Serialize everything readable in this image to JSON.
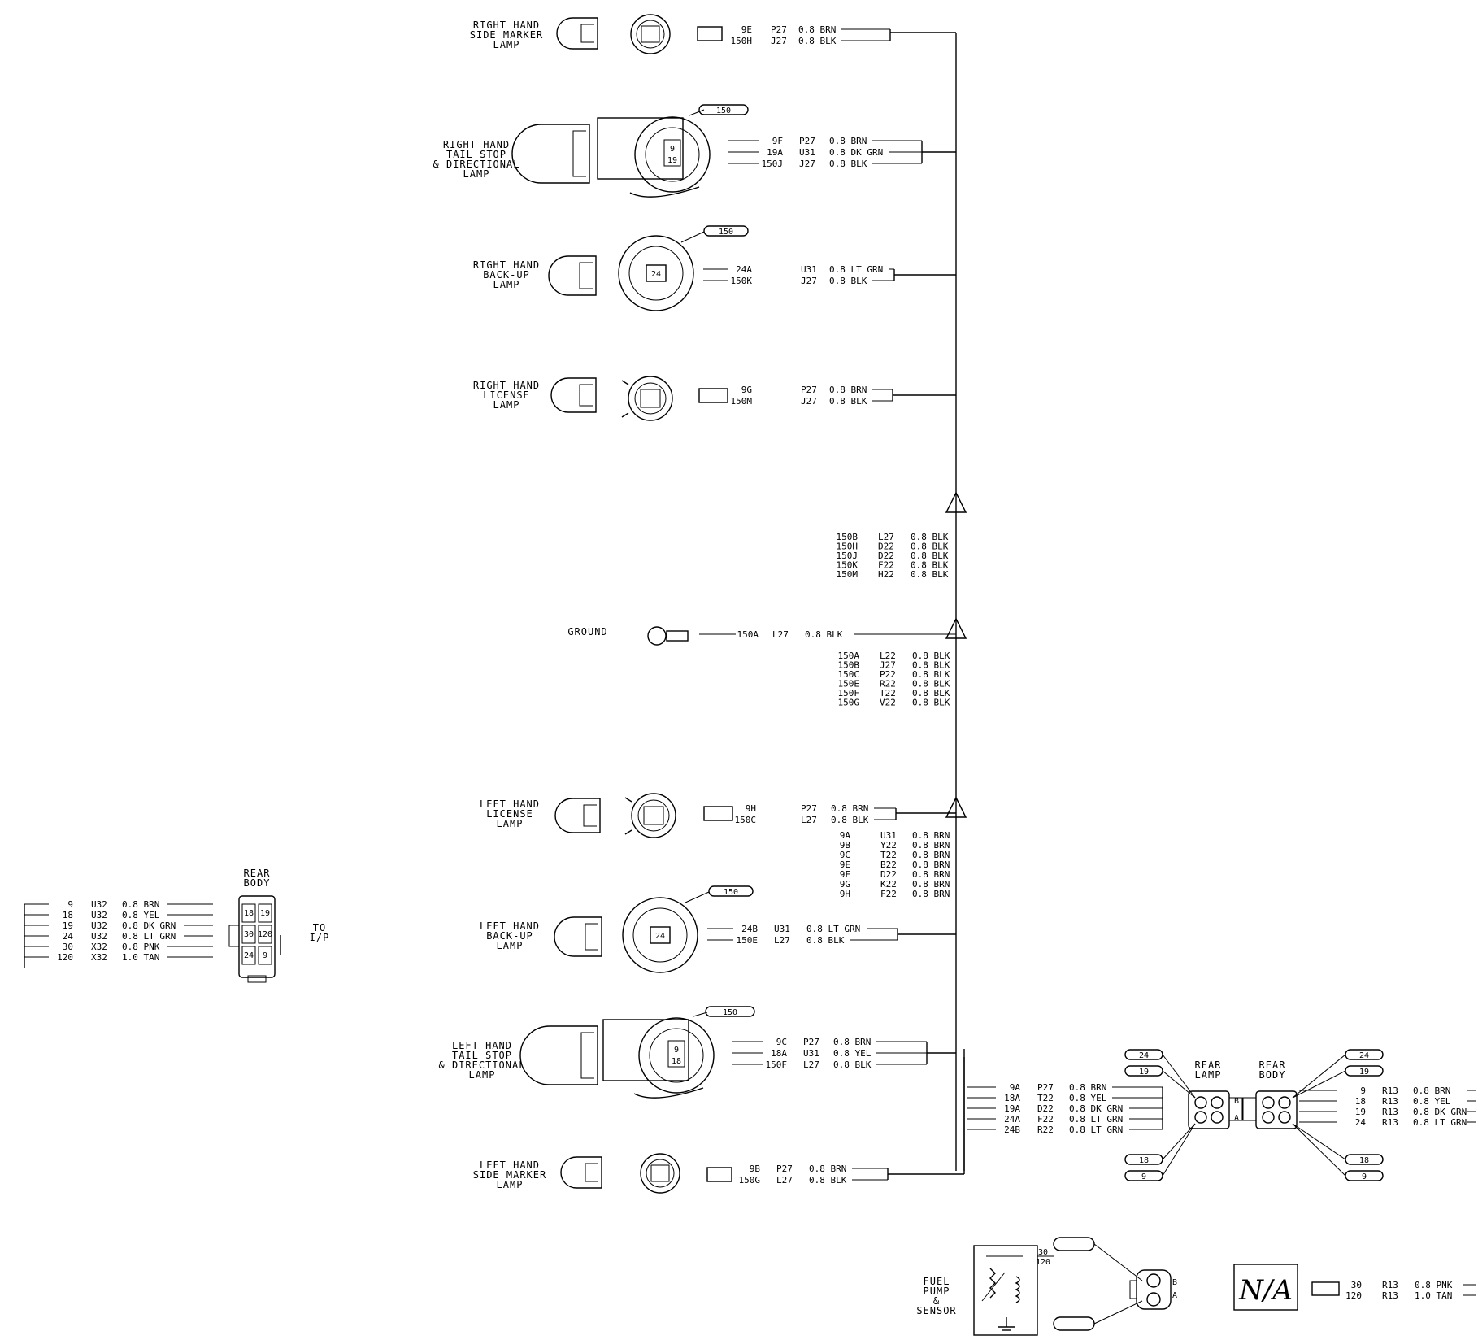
{
  "labels": {
    "rh_side_marker": [
      "RIGHT HAND",
      "SIDE MARKER",
      "LAMP"
    ],
    "rh_tail_stop": [
      "RIGHT HAND",
      "TAIL STOP",
      "& DIRECTIONAL",
      "LAMP"
    ],
    "rh_backup": [
      "RIGHT HAND",
      "BACK-UP",
      "LAMP"
    ],
    "rh_license": [
      "RIGHT HAND",
      "LICENSE",
      "LAMP"
    ],
    "ground": "GROUND",
    "lh_license": [
      "LEFT HAND",
      "LICENSE",
      "LAMP"
    ],
    "lh_backup": [
      "LEFT HAND",
      "BACK-UP",
      "LAMP"
    ],
    "lh_tail_stop": [
      "LEFT HAND",
      "TAIL STOP",
      "& DIRECTIONAL",
      "LAMP"
    ],
    "lh_side_marker": [
      "LEFT HAND",
      "SIDE MARKER",
      "LAMP"
    ],
    "rear_body_left": [
      "REAR",
      "BODY"
    ],
    "to_ip": [
      "TO",
      "I/P"
    ],
    "rear_lamp": [
      "REAR",
      "LAMP"
    ],
    "rear_body_right": [
      "REAR",
      "BODY"
    ],
    "fuel_pump": [
      "FUEL",
      "PUMP",
      "&",
      "SENSOR"
    ],
    "na": "N/A",
    "pin_ab": [
      "A",
      "B"
    ]
  },
  "tags": {
    "rh_tail": "150",
    "rh_backup": "150",
    "lh_backup": "150",
    "lh_tail": "150",
    "rl_tags": [
      "24",
      "19",
      "18",
      "9"
    ],
    "rb_tags": [
      "24",
      "19",
      "18",
      "9"
    ]
  },
  "pins": {
    "rh_tail": [
      "9",
      "19"
    ],
    "rh_backup": "24",
    "lh_backup": "24",
    "lh_tail": [
      "9",
      "18"
    ],
    "rear_body": [
      "18",
      "19",
      "30",
      "120",
      "24",
      "9"
    ],
    "fuel": [
      "30",
      "120"
    ]
  },
  "wires": {
    "rh_side_marker": [
      {
        "c": "9E",
        "k": "P27",
        "s": "0.8 BRN"
      },
      {
        "c": "150H",
        "k": "J27",
        "s": "0.8 BLK"
      }
    ],
    "rh_tail": [
      {
        "c": "9F",
        "k": "P27",
        "s": "0.8 BRN"
      },
      {
        "c": "19A",
        "k": "U31",
        "s": "0.8 DK GRN"
      },
      {
        "c": "150J",
        "k": "J27",
        "s": "0.8 BLK"
      }
    ],
    "rh_backup": [
      {
        "c": "24A",
        "k": "U31",
        "s": "0.8 LT GRN"
      },
      {
        "c": "150K",
        "k": "J27",
        "s": "0.8 BLK"
      }
    ],
    "rh_license": [
      {
        "c": "9G",
        "k": "P27",
        "s": "0.8 BRN"
      },
      {
        "c": "150M",
        "k": "J27",
        "s": "0.8 BLK"
      }
    ],
    "splice1": [
      {
        "c": "150B",
        "k": "L27",
        "s": "0.8 BLK"
      },
      {
        "c": "150H",
        "k": "D22",
        "s": "0.8 BLK"
      },
      {
        "c": "150J",
        "k": "D22",
        "s": "0.8 BLK"
      },
      {
        "c": "150K",
        "k": "F22",
        "s": "0.8 BLK"
      },
      {
        "c": "150M",
        "k": "H22",
        "s": "0.8 BLK"
      }
    ],
    "ground": [
      {
        "c": "150A",
        "k": "L27",
        "s": "0.8 BLK"
      }
    ],
    "splice2": [
      {
        "c": "150A",
        "k": "L22",
        "s": "0.8 BLK"
      },
      {
        "c": "150B",
        "k": "J27",
        "s": "0.8 BLK"
      },
      {
        "c": "150C",
        "k": "P22",
        "s": "0.8 BLK"
      },
      {
        "c": "150E",
        "k": "R22",
        "s": "0.8 BLK"
      },
      {
        "c": "150F",
        "k": "T22",
        "s": "0.8 BLK"
      },
      {
        "c": "150G",
        "k": "V22",
        "s": "0.8 BLK"
      }
    ],
    "lh_license": [
      {
        "c": "9H",
        "k": "P27",
        "s": "0.8 BRN"
      },
      {
        "c": "150C",
        "k": "L27",
        "s": "0.8 BLK"
      }
    ],
    "splice3": [
      {
        "c": "9A",
        "k": "U31",
        "s": "0.8 BRN"
      },
      {
        "c": "9B",
        "k": "Y22",
        "s": "0.8 BRN"
      },
      {
        "c": "9C",
        "k": "T22",
        "s": "0.8 BRN"
      },
      {
        "c": "9E",
        "k": "B22",
        "s": "0.8 BRN"
      },
      {
        "c": "9F",
        "k": "D22",
        "s": "0.8 BRN"
      },
      {
        "c": "9G",
        "k": "K22",
        "s": "0.8 BRN"
      },
      {
        "c": "9H",
        "k": "F22",
        "s": "0.8 BRN"
      }
    ],
    "lh_backup": [
      {
        "c": "24B",
        "k": "U31",
        "s": "0.8 LT GRN"
      },
      {
        "c": "150E",
        "k": "L27",
        "s": "0.8 BLK"
      }
    ],
    "lh_tail": [
      {
        "c": "9C",
        "k": "P27",
        "s": "0.8 BRN"
      },
      {
        "c": "18A",
        "k": "U31",
        "s": "0.8 YEL"
      },
      {
        "c": "150F",
        "k": "L27",
        "s": "0.8 BLK"
      }
    ],
    "lh_side_marker": [
      {
        "c": "9B",
        "k": "P27",
        "s": "0.8 BRN"
      },
      {
        "c": "150G",
        "k": "L27",
        "s": "0.8 BLK"
      }
    ],
    "rear_lamp_in": [
      {
        "c": "9A",
        "k": "P27",
        "s": "0.8 BRN"
      },
      {
        "c": "18A",
        "k": "T22",
        "s": "0.8 YEL"
      },
      {
        "c": "19A",
        "k": "D22",
        "s": "0.8 DK GRN"
      },
      {
        "c": "24A",
        "k": "F22",
        "s": "0.8 LT GRN"
      },
      {
        "c": "24B",
        "k": "R22",
        "s": "0.8 LT GRN"
      }
    ],
    "rear_body_out": [
      {
        "c": "9",
        "k": "R13",
        "s": "0.8 BRN"
      },
      {
        "c": "18",
        "k": "R13",
        "s": "0.8 YEL"
      },
      {
        "c": "19",
        "k": "R13",
        "s": "0.8 DK GRN"
      },
      {
        "c": "24",
        "k": "R13",
        "s": "0.8 LT GRN"
      }
    ],
    "rear_body_left": [
      {
        "c": "9",
        "k": "U32",
        "s": "0.8 BRN"
      },
      {
        "c": "18",
        "k": "U32",
        "s": "0.8 YEL"
      },
      {
        "c": "19",
        "k": "U32",
        "s": "0.8 DK GRN"
      },
      {
        "c": "24",
        "k": "U32",
        "s": "0.8 LT GRN"
      },
      {
        "c": "30",
        "k": "X32",
        "s": "0.8 PNK"
      },
      {
        "c": "120",
        "k": "X32",
        "s": "1.0 TAN"
      }
    ],
    "na_out": [
      {
        "c": "30",
        "k": "R13",
        "s": "0.8 PNK"
      },
      {
        "c": "120",
        "k": "R13",
        "s": "1.0 TAN"
      }
    ]
  }
}
